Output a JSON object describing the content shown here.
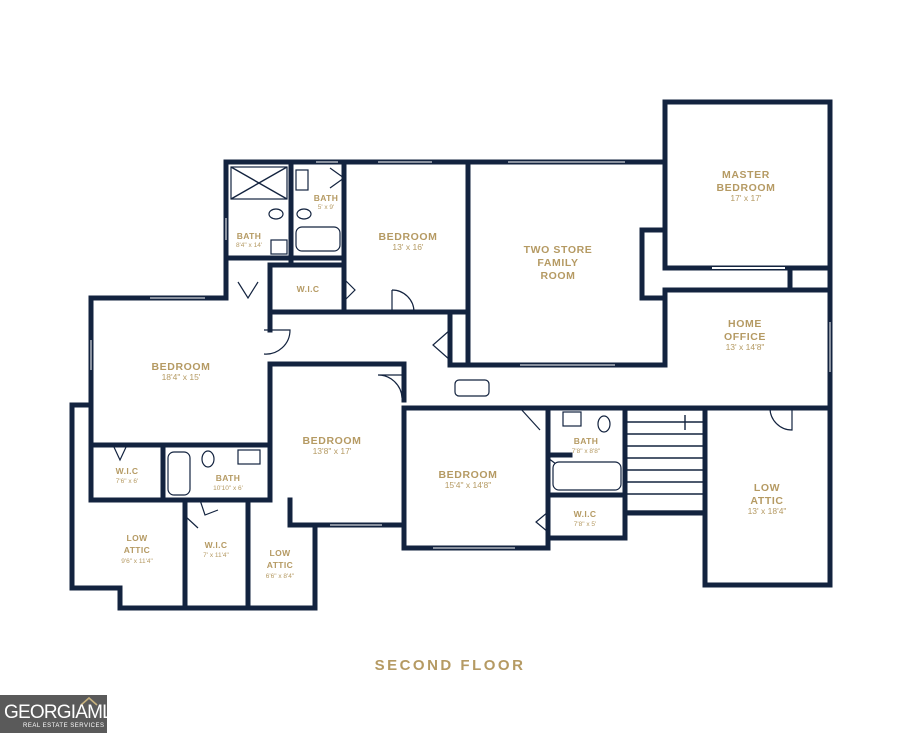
{
  "floor_title": "SECOND FLOOR",
  "logo": {
    "brand": "GEORGIAMLS",
    "tagline": "REAL ESTATE SERVICES"
  },
  "colors": {
    "wall": "#13233f",
    "label": "#b59a63",
    "logo_bg": "#5a5a5a"
  },
  "rooms": {
    "master": {
      "name1": "MASTER",
      "name2": "BEDROOM",
      "dim": "17' x 17'"
    },
    "family": {
      "name1": "TWO STORE",
      "name2": "FAMILY",
      "name3": "ROOM"
    },
    "office": {
      "name1": "HOME",
      "name2": "OFFICE",
      "dim": "13' x 14'8\""
    },
    "bed_top": {
      "name": "BEDROOM",
      "dim": "13' x 16'"
    },
    "bed_left": {
      "name": "BEDROOM",
      "dim": "18'4\" x 15'"
    },
    "bed_mid": {
      "name": "BEDROOM",
      "dim": "13'8\" x 17'"
    },
    "bed_right": {
      "name": "BEDROOM",
      "dim": "15'4\" x 14'8\""
    },
    "bath_a": {
      "name": "BATH",
      "dim": "8'4\" x 14'"
    },
    "bath_b": {
      "name": "BATH",
      "dim": "5' x 9'"
    },
    "wic_top": {
      "name": "W.I.C"
    },
    "wic_left": {
      "name": "W.I.C",
      "dim": "7'6\" x 6'"
    },
    "bath_c": {
      "name": "BATH",
      "dim": "10'10\" x 6'"
    },
    "low_attic_a": {
      "name1": "LOW",
      "name2": "ATTIC",
      "dim": "9'6\" x 11'4\""
    },
    "wic_c": {
      "name": "W.I.C",
      "dim": "7' x 11'4\""
    },
    "low_attic_b": {
      "name1": "LOW",
      "name2": "ATTIC",
      "dim": "6'6\" x 8'4\""
    },
    "bath_d": {
      "name": "BATH",
      "dim": "7'8\" x 8'8\""
    },
    "wic_d": {
      "name": "W.I.C",
      "dim": "7'8\" x 5'"
    },
    "low_attic_c": {
      "name1": "LOW",
      "name2": "ATTIC",
      "dim": "13' x 18'4\""
    }
  }
}
